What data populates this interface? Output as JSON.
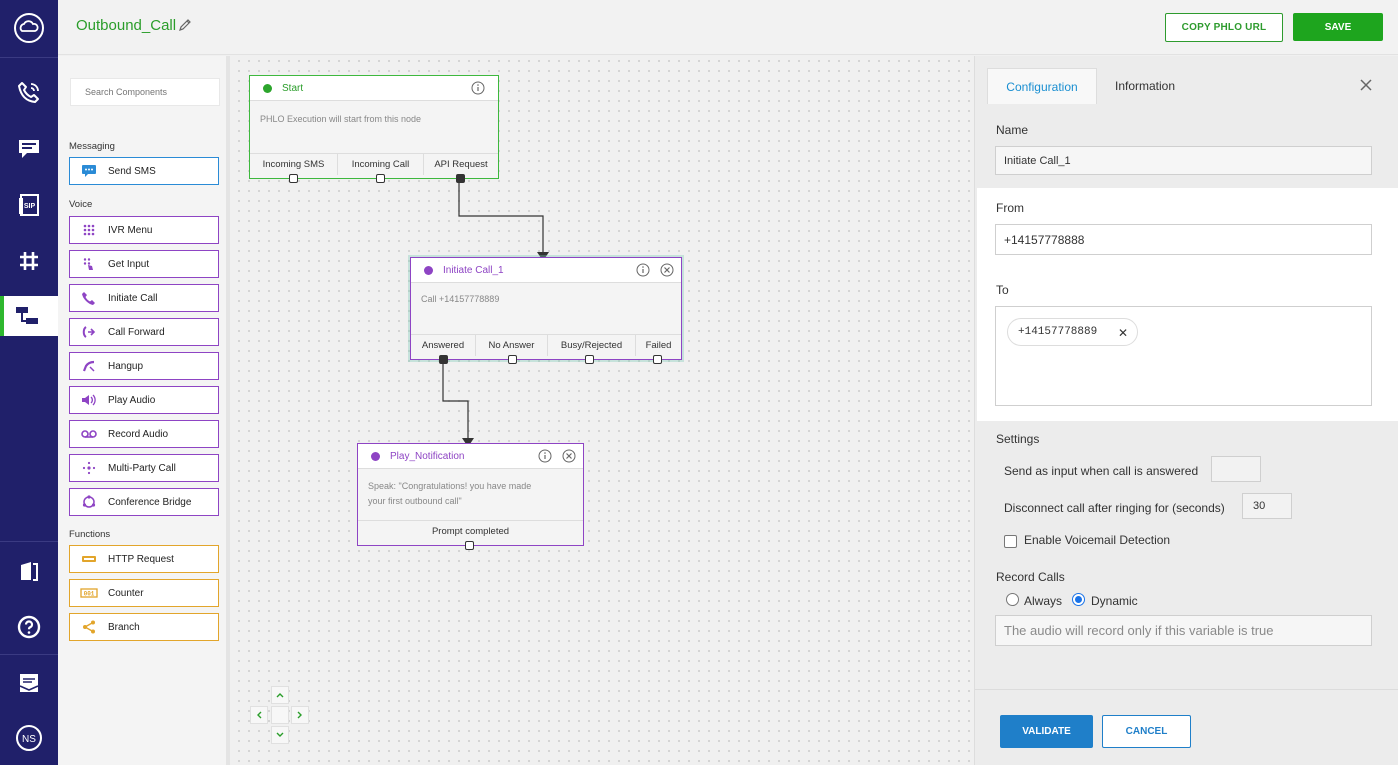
{
  "header": {
    "flow_name": "Outbound_Call",
    "copy_url_label": "COPY PHLO URL",
    "save_label": "SAVE"
  },
  "sidebar": {
    "search_placeholder": "Search Components",
    "categories": {
      "messaging": "Messaging",
      "voice": "Voice",
      "functions": "Functions"
    },
    "messaging_items": [
      "Send SMS"
    ],
    "voice_items": [
      "IVR Menu",
      "Get Input",
      "Initiate Call",
      "Call Forward",
      "Hangup",
      "Play Audio",
      "Record Audio",
      "Multi-Party Call",
      "Conference Bridge"
    ],
    "function_items": [
      "HTTP Request",
      "Counter",
      "Branch"
    ]
  },
  "nodes": {
    "start": {
      "title": "Start",
      "description": "PHLO Execution will start from this node",
      "ports": [
        "Incoming SMS",
        "Incoming Call",
        "API Request"
      ]
    },
    "initiate_call": {
      "title": "Initiate Call_1",
      "description": "Call +14157778889",
      "ports": [
        "Answered",
        "No Answer",
        "Busy/Rejected",
        "Failed"
      ]
    },
    "play_notification": {
      "title": "Play_Notification",
      "description_line1": "Speak: \"Congratulations! you have made",
      "description_line2": "your first outbound call\"",
      "ports": [
        "Prompt completed"
      ]
    }
  },
  "panel": {
    "tabs": [
      "Configuration",
      "Information"
    ],
    "name_label": "Name",
    "name_value": "Initiate Call_1",
    "from_label": "From",
    "from_value": "+14157778888",
    "to_label": "To",
    "to_tags": [
      "+14157778889"
    ],
    "settings_label": "Settings",
    "send_input_label": "Send as input when call is answered",
    "send_input_value": "",
    "disconnect_label": "Disconnect call after ringing for (seconds)",
    "disconnect_value": "30",
    "voicemail_label": "Enable Voicemail Detection",
    "voicemail_checked": false,
    "record_calls_label": "Record Calls",
    "record_options": [
      "Always",
      "Dynamic"
    ],
    "record_selected": "Dynamic",
    "record_placeholder": "The audio will record only if this variable is true",
    "validate_label": "VALIDATE",
    "cancel_label": "CANCEL"
  },
  "colors": {
    "nav_bg": "#20206a",
    "brand_green": "#2a9d2a",
    "save_green": "#1ea51e",
    "voice_purple": "#8e44c4",
    "messaging_blue": "#2a8bd6",
    "function_orange": "#e2a52b",
    "action_blue": "#1f7fc9"
  }
}
